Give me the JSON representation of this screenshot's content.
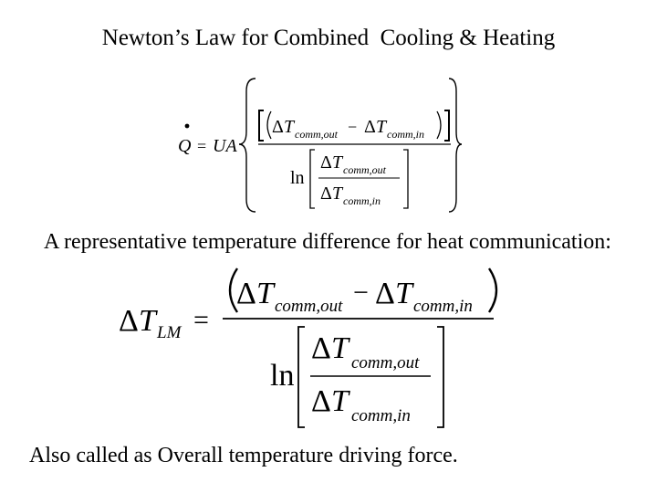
{
  "title": "Newton’s Law for Combined  Cooling & Heating",
  "eq1": {
    "lhs_symbol": "Q",
    "equals": "=",
    "ua": "UA",
    "delta": "Δ",
    "T": "T",
    "minus": "−",
    "sub_out": "comm,out",
    "sub_in": "comm,in",
    "ln": "ln"
  },
  "representative_text": "A representative temperature difference for heat communication:",
  "eq2": {
    "delta": "Δ",
    "T": "T",
    "lhs_sub": "LM",
    "equals": "=",
    "minus": "−",
    "sub_out": "comm,out",
    "sub_in": "comm,in",
    "ln": "ln"
  },
  "footer_text": "Also called as Overall temperature driving force."
}
